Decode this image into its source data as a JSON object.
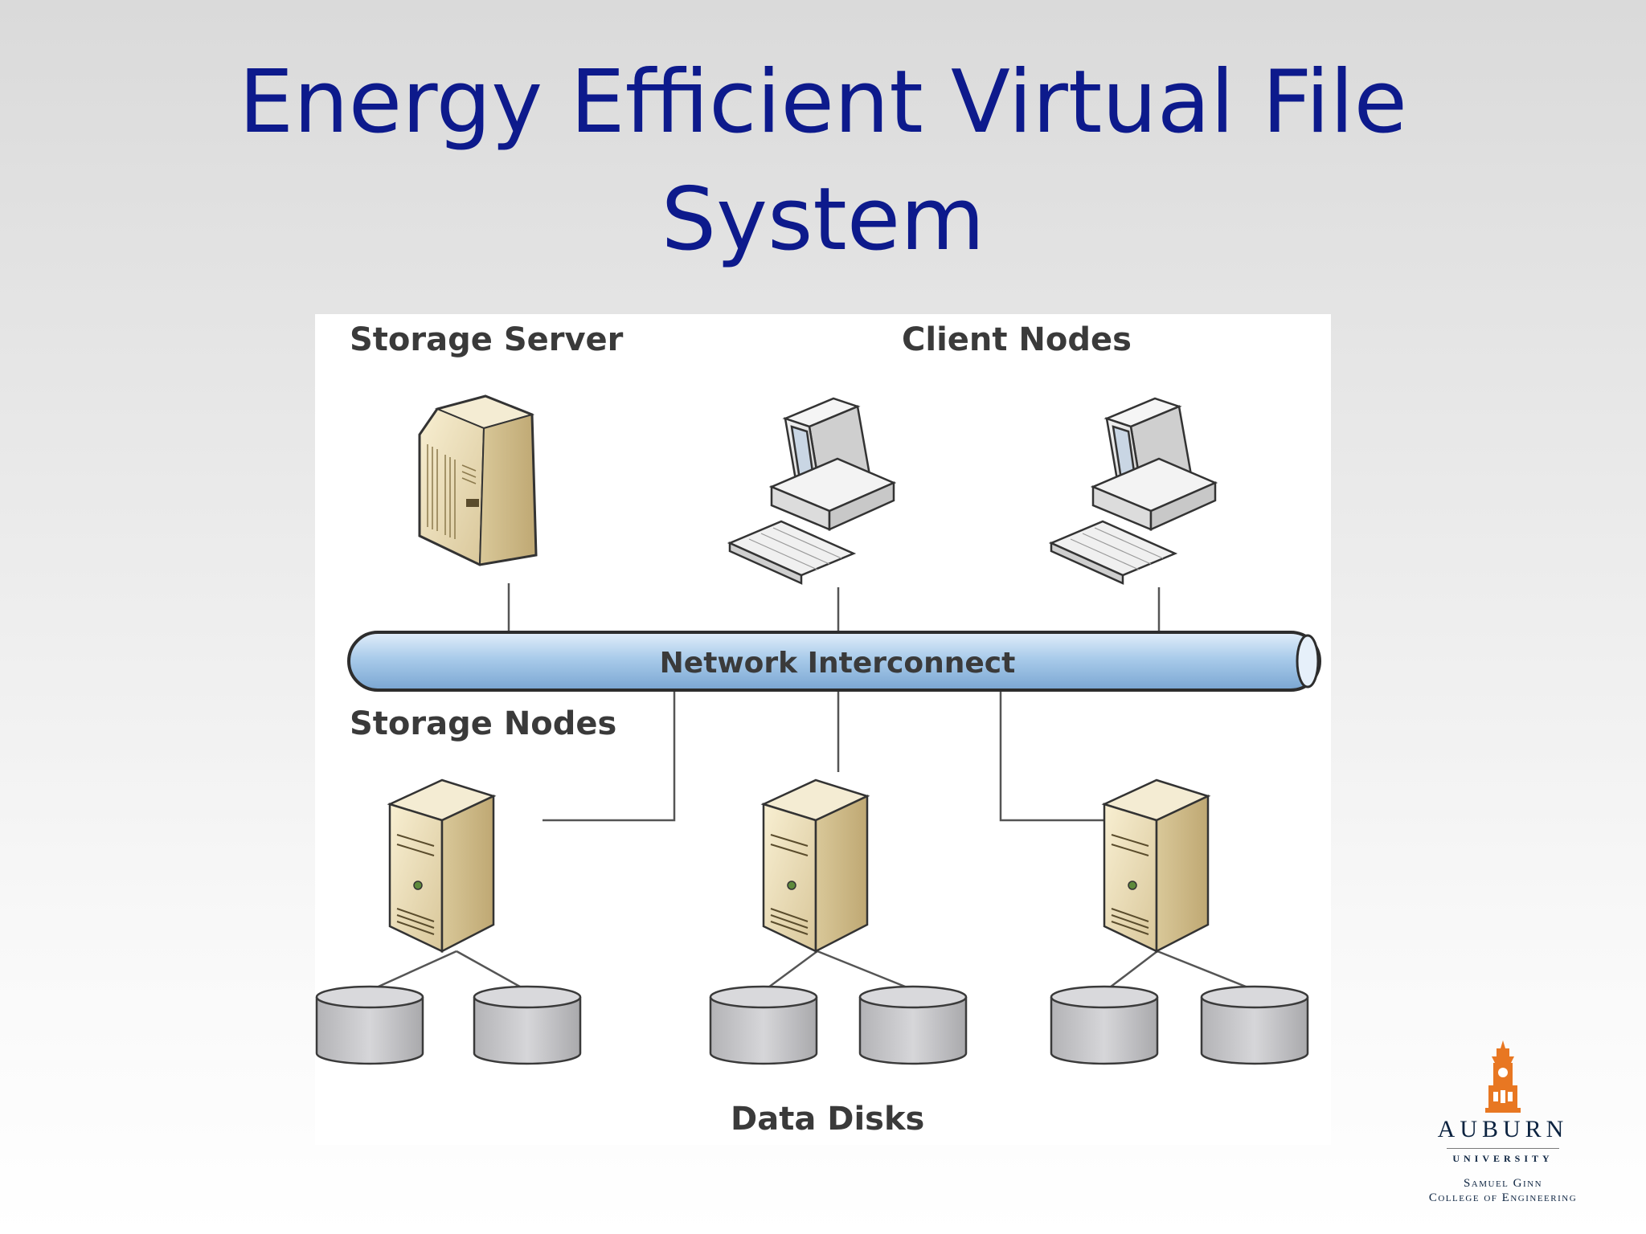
{
  "slide": {
    "title_line1": "Energy Efficient Virtual File",
    "title_line2": "System"
  },
  "diagram": {
    "labels": {
      "storage_server": "Storage Server",
      "client_nodes": "Client Nodes",
      "network": "Network Interconnect",
      "storage_nodes": "Storage Nodes",
      "data_disks": "Data Disks"
    }
  },
  "logo": {
    "name": "AUBURN",
    "subtitle": "UNIVERSITY",
    "college_line1": "Samuel Ginn",
    "college_line2": "College of Engineering",
    "color": "#e87722"
  },
  "colors": {
    "title": "#0d1a8c",
    "pipe": "#9fc3e6",
    "server": "#e2d4a8",
    "disk": "#c9c9cc"
  }
}
